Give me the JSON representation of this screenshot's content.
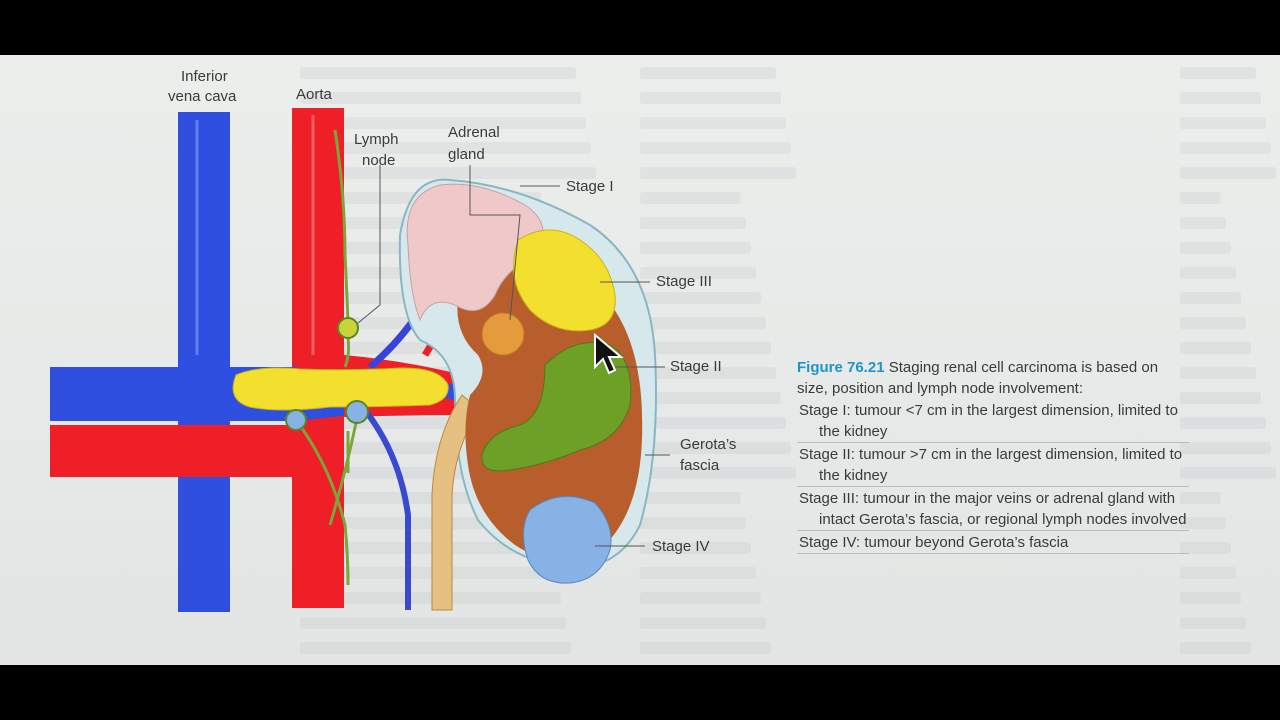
{
  "labels": {
    "ivc_line1": "Inferior",
    "ivc_line2": "vena cava",
    "aorta": "Aorta",
    "lymph_line1": "Lymph",
    "lymph_line2": "node",
    "adrenal_line1": "Adrenal",
    "adrenal_line2": "gland",
    "stage1": "Stage I",
    "stage3": "Stage III",
    "stage2": "Stage II",
    "gerota_line1": "Gerota’s",
    "gerota_line2": "fascia",
    "stage4": "Stage IV"
  },
  "caption": {
    "figure_number": "Figure 76.21",
    "intro": " Staging renal cell carcinoma is based on size, position and lymph node involvement:",
    "stages": [
      "Stage I: tumour <7 cm in the largest dimension, limited to the kidney",
      "Stage II: tumour >7 cm in the largest dimension, limited to the kidney",
      "Stage III: tumour in the major veins or adrenal gland with intact Gerota’s fascia, or regional lymph nodes involved",
      "Stage IV: tumour beyond Gerota’s fascia"
    ]
  },
  "colors": {
    "vein": "#2f4fe0",
    "artery": "#ee1f26",
    "kidney": "#b85e2c",
    "adrenal": "#efc9c9",
    "tumour_yellow": "#f3e02e",
    "tumour_green": "#6ea028",
    "tumour_orange": "#e59a3c",
    "tumour_blue": "#86b2e6",
    "lymph": "#7aa63a",
    "ureter": "#e5c081",
    "figure_number": "#1f95c6"
  }
}
